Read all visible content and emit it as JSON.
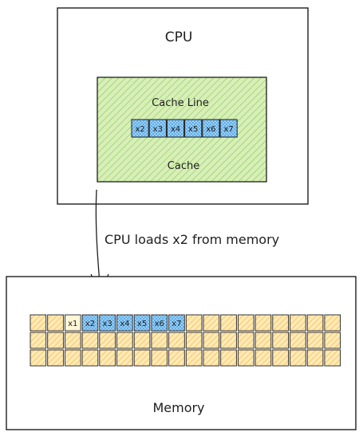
{
  "cpu": {
    "label": "CPU"
  },
  "cache": {
    "label": "Cache",
    "line_label": "Cache Line",
    "line_cells": [
      "x2",
      "x3",
      "x4",
      "x5",
      "x6",
      "x7"
    ]
  },
  "arrow": {
    "label": "CPU loads x2 from memory"
  },
  "memory": {
    "label": "Memory",
    "rows": 3,
    "columns": 18,
    "labeled_cells": [
      "x1",
      "x2",
      "x3",
      "x4",
      "x5",
      "x6",
      "x7"
    ]
  },
  "colors": {
    "stroke": "#1e1e1e",
    "cache_fill": "#c3e59a",
    "cache_hatch": "#8fce5a",
    "cell_blue": "#a5d8ff",
    "cell_blue_stroke": "#1971c2",
    "memory_cell": "#ffec99",
    "memory_hatch": "#f0b35a"
  }
}
